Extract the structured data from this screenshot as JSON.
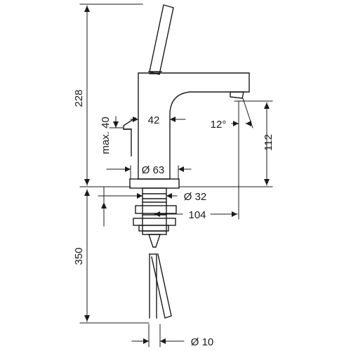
{
  "drawing": {
    "colors": {
      "line": "#1a1a1a",
      "background": "#ffffff"
    },
    "dimensions": {
      "height_228": "228",
      "height_112": "112",
      "depth_350": "350",
      "max_40": "max. 40",
      "width_42": "42",
      "angle_12": "12°",
      "diameter_63": "Ø 63",
      "diameter_32": "Ø 32",
      "reach_104": "104",
      "diameter_10": "Ø 10"
    }
  }
}
